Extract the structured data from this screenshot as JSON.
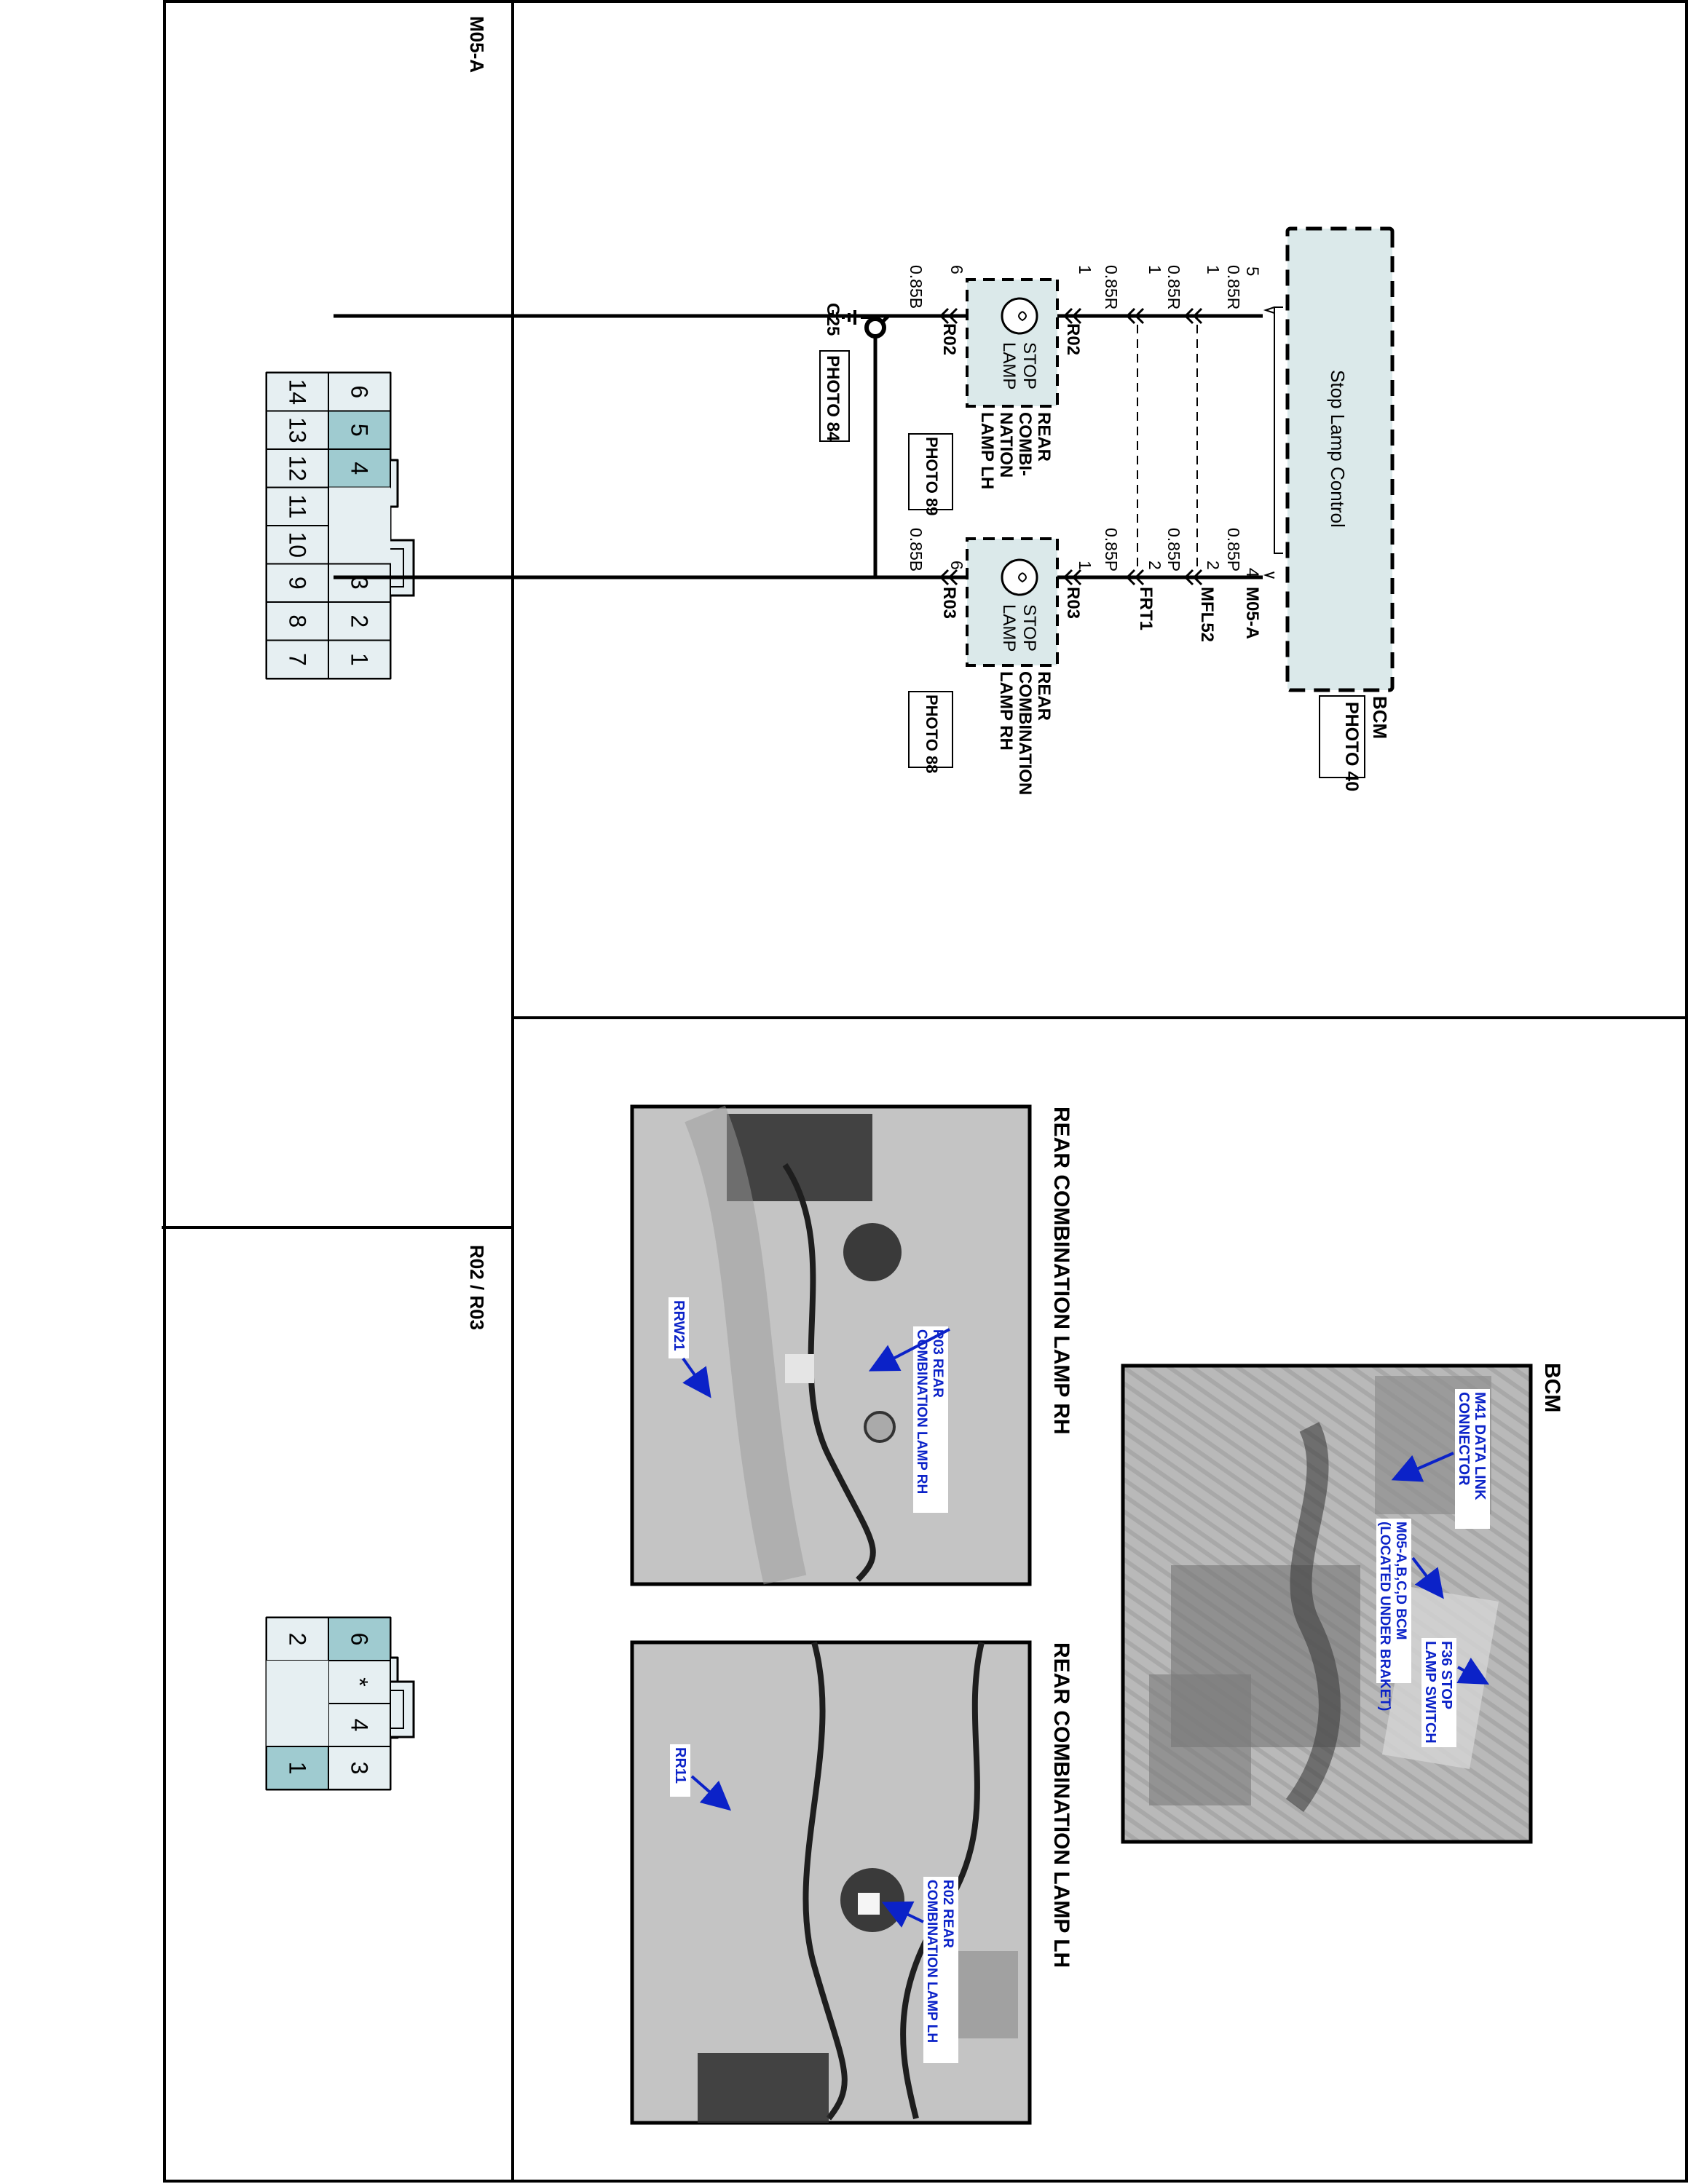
{
  "panels": {
    "m05_title": "M05-A",
    "r02_title": "R02 / R03"
  },
  "bcm": {
    "name": "BCM",
    "photo": "PHOTO 40",
    "function": "Stop Lamp Control",
    "connector": "M05-A",
    "pin_left": "5",
    "pin_right": "4",
    "fill": "#dbe9ea"
  },
  "wiring": {
    "wire_r_mfl_top": "0.85R",
    "wire_p_mfl_top": "0.85P",
    "mfl52_pin_left": "1",
    "mfl52_pin_right": "2",
    "mfl52_name": "MFL52",
    "wire_r_mid": "0.85R",
    "wire_p_mid": "0.85P",
    "frt1_pin_left": "1",
    "frt1_pin_right": "2",
    "frt1_name": "FRT1",
    "wire_r_low": "0.85R",
    "wire_p_low": "0.85P",
    "lamp_pin_in": "1",
    "lamp_pin_out": "6",
    "r02_name": "R02",
    "r03_name": "R03",
    "wire_b_left": "0.85B",
    "wire_b_right": "0.85B",
    "ground_name": "G25",
    "ground_photo": "PHOTO 84"
  },
  "lamps": {
    "lh": {
      "inner_label_1": "STOP",
      "inner_label_2": "LAMP",
      "title_lines": [
        "REAR",
        "COMBI-",
        "NATION",
        "LAMP LH"
      ],
      "photo": "PHOTO 89"
    },
    "rh": {
      "inner_label_1": "STOP",
      "inner_label_2": "LAMP",
      "title_lines": [
        "REAR",
        "COMBINATION",
        "LAMP RH"
      ],
      "photo": "PHOTO 88"
    }
  },
  "connector_m05": {
    "top_row": [
      "6",
      "5",
      "4",
      "",
      "",
      "3",
      "2",
      "1"
    ],
    "bottom_row": [
      "14",
      "13",
      "12",
      "11",
      "10",
      "9",
      "8",
      "7"
    ],
    "highlighted": [
      "5",
      "4"
    ],
    "highlight_color": "#9fcbd0"
  },
  "connector_r02": {
    "top_row": [
      "6",
      "*",
      "4",
      "3"
    ],
    "bottom_row": [
      "2",
      "",
      "",
      "1"
    ],
    "highlighted": [
      "6",
      "1"
    ],
    "highlight_color": "#9fcbd0"
  },
  "photos": {
    "bcm_title": "BCM",
    "bcm_callouts": [
      {
        "lines": [
          "M41 DATA LINK",
          "CONNECTOR"
        ]
      },
      {
        "lines": [
          "M05-A,B,C,D BCM",
          "(LOCATED UNDER BRAKET)"
        ]
      },
      {
        "lines": [
          "F36 STOP",
          "LAMP SWITCH"
        ]
      }
    ],
    "rh_title": "REAR COMBINATION LAMP RH",
    "rh_callouts": [
      {
        "lines": [
          "R03 REAR",
          "COMBINATION LAMP RH"
        ]
      },
      {
        "lines": [
          "RRW21"
        ]
      }
    ],
    "lh_title": "REAR COMBINATION LAMP LH",
    "lh_callouts": [
      {
        "lines": [
          "R02 REAR",
          "COMBINATION LAMP LH"
        ]
      },
      {
        "lines": [
          "RR11"
        ]
      }
    ],
    "callout_color": "#0b22c8"
  }
}
